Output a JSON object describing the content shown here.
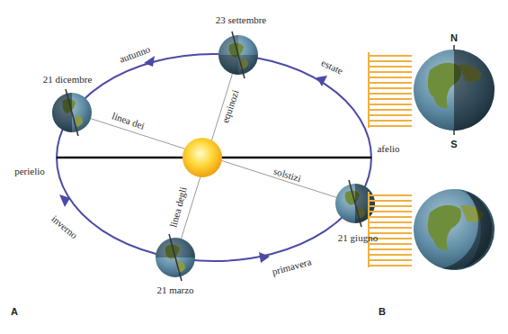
{
  "diagram": {
    "labels": [
      "23 settembre",
      "autunno",
      "estate",
      "21 dicembre",
      "linea dei",
      "equinozi",
      "perielio",
      "afelio",
      "solstizi",
      "linea degli",
      "21 giugno",
      "inverno",
      "primavera",
      "21 marzo",
      "A",
      "B",
      "N",
      "S"
    ]
  }
}
